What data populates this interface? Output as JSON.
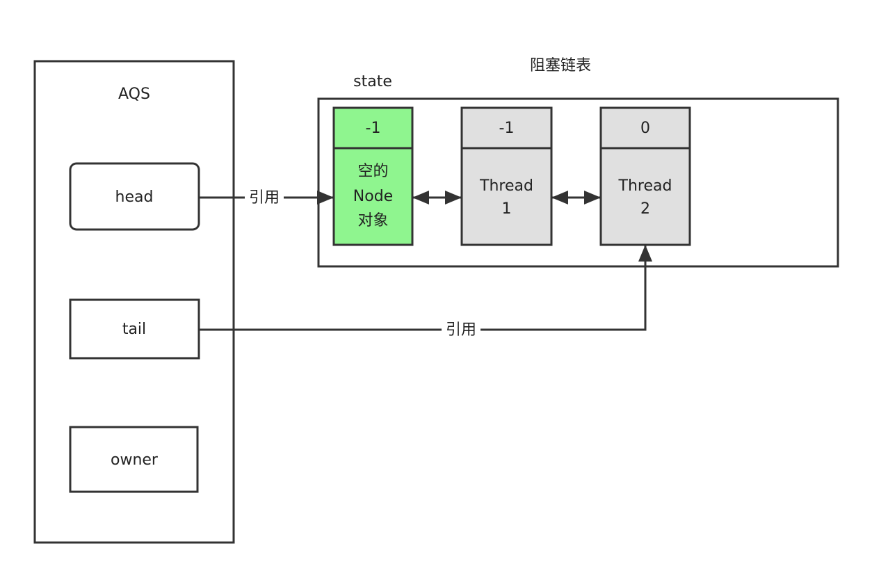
{
  "aqs": {
    "title": "AQS",
    "fields": {
      "head": "head",
      "tail": "tail",
      "owner": "owner"
    }
  },
  "queue": {
    "title": "阻塞链表",
    "state_label": "state",
    "nodes": [
      {
        "state": "-1",
        "lines": [
          "空的",
          "Node",
          "对象"
        ]
      },
      {
        "state": "-1",
        "lines": [
          "Thread",
          "1"
        ]
      },
      {
        "state": "0",
        "lines": [
          "Thread",
          "2"
        ]
      }
    ]
  },
  "edges": {
    "head_ref": "引用",
    "tail_ref": "引用"
  },
  "colors": {
    "head_node": "#8ff58f",
    "node": "#e0e0e0",
    "stroke": "#333333"
  }
}
